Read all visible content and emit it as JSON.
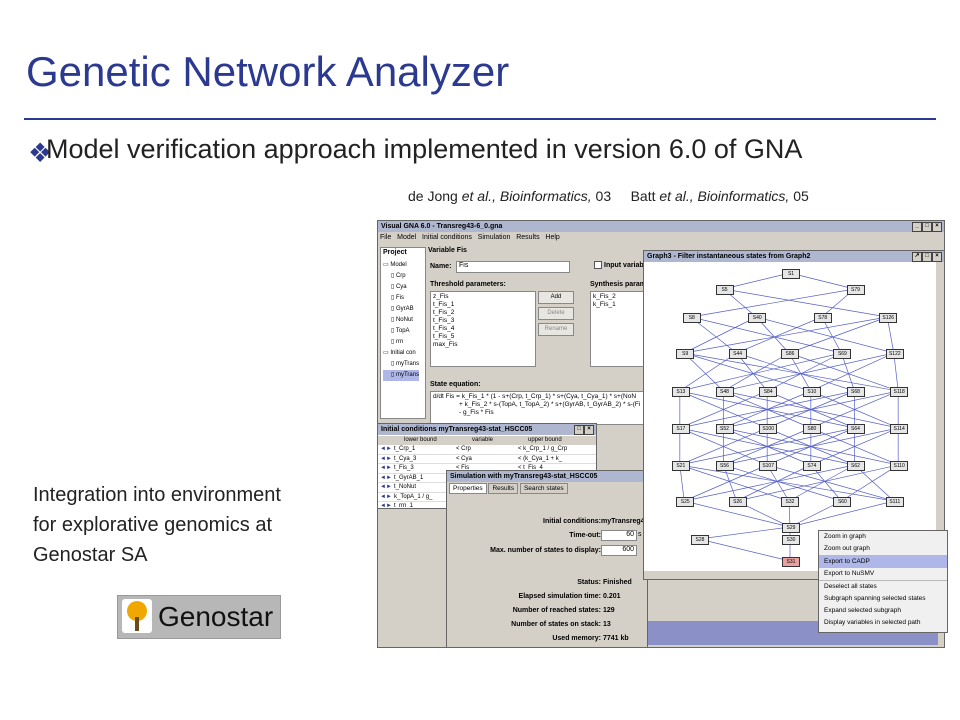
{
  "slide": {
    "title": "Genetic Network Analyzer",
    "bullet_symbol": "❖",
    "bullet_text": "Model verification approach implemented in version 6.0 of GNA",
    "ref1_authors": "de Jong ",
    "ref1_etal": "et al., Bioinformatics,",
    "ref1_year": " 03",
    "ref2_authors": "Batt ",
    "ref2_etal": "et al., Bioinformatics,",
    "ref2_year": " 05",
    "integration_lines": [
      "Integration into environment",
      "for explorative genomics at",
      "Genostar SA"
    ],
    "logo_text": "Genostar"
  },
  "main_window": {
    "title": "Visual GNA 6.0 - Transreg43-6_0.gna",
    "menu": [
      "File",
      "Model",
      "Initial conditions",
      "Simulation",
      "Results",
      "Help"
    ],
    "project_label": "Project",
    "tree": [
      "Model",
      "Crp",
      "Cya",
      "Fis",
      "GyrAB",
      "NoNut",
      "TopA",
      "rrn",
      "Initial con",
      "myTrans",
      "myTrans"
    ],
    "variable_header": "Variable Fis",
    "name_label": "Name:",
    "name_value": "Fis",
    "input_var_label": "Input variable",
    "threshold_label": "Threshold parameters:",
    "thresholds": [
      "z_Fis",
      "t_Fis_1",
      "t_Fis_2",
      "t_Fis_3",
      "t_Fis_4",
      "t_Fis_5",
      "max_Fis"
    ],
    "add_label": "Add",
    "delete_label": "Delete",
    "rename_label": "Rename",
    "synthesis_label": "Synthesis param",
    "synthesis": [
      "k_Fis_2",
      "k_Fis_1"
    ],
    "state_eq_label": "State equation:",
    "state_eq": [
      "d/dt Fis = k_Fis_1 * (1 - s+(Crp, t_Crp_1) * s+(Cya, t_Cya_1) * s+(NoN",
      "+ k_Fis_2 * s-(TopA, t_TopA_2) * s+(GyrAB, t_GyrAB_2) * s-(Fi",
      "- g_Fis * Fis"
    ]
  },
  "initcond_window": {
    "title": "Initial conditions myTransreg43-stat_HSCC05",
    "headers": [
      "lower bound",
      "variable",
      "upper bound"
    ],
    "rows": [
      [
        "t_Crp_1",
        "Crp",
        "k_Crp_1 / g_Crp"
      ],
      [
        "t_Cya_3",
        "Cya",
        "(k_Cya_1 + k_"
      ],
      [
        "t_Fis_3",
        "Fis",
        "t_Fis_4"
      ],
      [
        "t_GyrAB_1",
        "",
        ""
      ],
      [
        "t_NoNut",
        "",
        ""
      ],
      [
        "k_TopA_1 / g_",
        "",
        ""
      ],
      [
        "t_rrn_1",
        "",
        ""
      ]
    ]
  },
  "sim_window": {
    "title": "Simulation with myTransreg43-stat_HSCC05",
    "tabs": [
      "Properties",
      "Results",
      "Search states"
    ],
    "initial_conditions_label": "Initial conditions:",
    "initial_conditions_value": "myTransreg4",
    "timeout_label": "Time-out:",
    "timeout_value": "60",
    "timeout_unit": "s",
    "max_states_label": "Max. number of states to display:",
    "max_states_value": "600",
    "status_label": "Status:",
    "status_value": "Finished",
    "elapsed_label": "Elapsed simulation time:",
    "elapsed_value": "0.201",
    "reached_label": "Number of reached states:",
    "reached_value": "129",
    "stack_label": "Number of states on stack:",
    "stack_value": "13",
    "memory_label": "Used memory:",
    "memory_value": "7741 kb"
  },
  "graph_window": {
    "title": "Graph3 - Filter instantaneous states from Graph2",
    "nodes": [
      "S1",
      "S5",
      "S79",
      "S8",
      "S40",
      "S78",
      "S126",
      "S9",
      "S44",
      "S86",
      "S69",
      "S122",
      "S13",
      "S48",
      "S84",
      "S10",
      "S68",
      "S118",
      "S17",
      "S52",
      "S100",
      "S80",
      "S64",
      "S114",
      "S21",
      "S56",
      "S107",
      "S74",
      "S62",
      "S110",
      "S25",
      "S26",
      "S32",
      "S60",
      "S111",
      "S29",
      "S28",
      "S30",
      "S31"
    ],
    "context_menu": [
      "Zoom in graph",
      "Zoom out graph",
      "Export to CADP",
      "Export to NuSMV",
      "Deselect all states",
      "Subgraph spanning selected states",
      "Expand selected subgraph",
      "Display variables in selected path"
    ],
    "selected_menu_index": 2
  },
  "colors": {
    "title_blue": "#2b3990",
    "edge_blue": "#5560c8",
    "menu_highlight": "#aeb7e8",
    "highlight_node": "#e8a0a0"
  }
}
